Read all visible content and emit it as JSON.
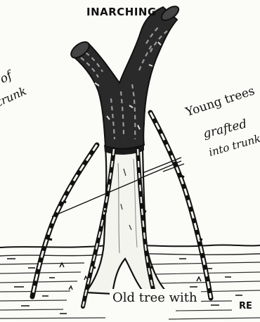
{
  "title": "INARCHING",
  "labels": {
    "young_trees_line1": "Young trees",
    "young_trees_line2": "grafted",
    "young_trees_line3": "into trunk",
    "left_fragment_of": "of",
    "left_fragment_trunk": "trunk",
    "old_tree": "Old tree with",
    "right_fragment": "RE"
  }
}
